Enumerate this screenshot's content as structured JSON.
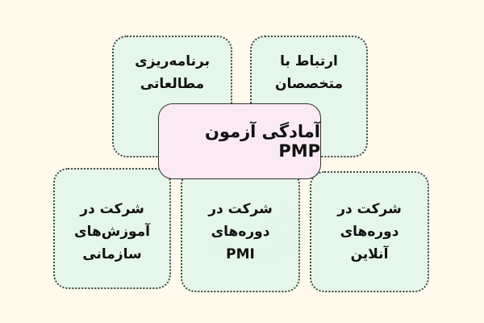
{
  "center": {
    "title": "آمادگی آزمون PMP"
  },
  "nodes": [
    {
      "lines": [
        "برنامه‌ریزی",
        "مطالعاتی"
      ]
    },
    {
      "lines": [
        "ارتباط با",
        "متخصصان"
      ]
    },
    {
      "lines": [
        "شرکت در",
        "آموزش‌های",
        "سازمانی"
      ]
    },
    {
      "lines": [
        "شرکت در",
        "دوره‌های",
        "PMI"
      ]
    },
    {
      "lines": [
        "شرکت در",
        "دوره‌های",
        "آنلاین"
      ]
    }
  ],
  "colors": {
    "background": "#fffaeb",
    "node_fill": "#e1f6e9",
    "center_fill": "#fbeaf4"
  }
}
